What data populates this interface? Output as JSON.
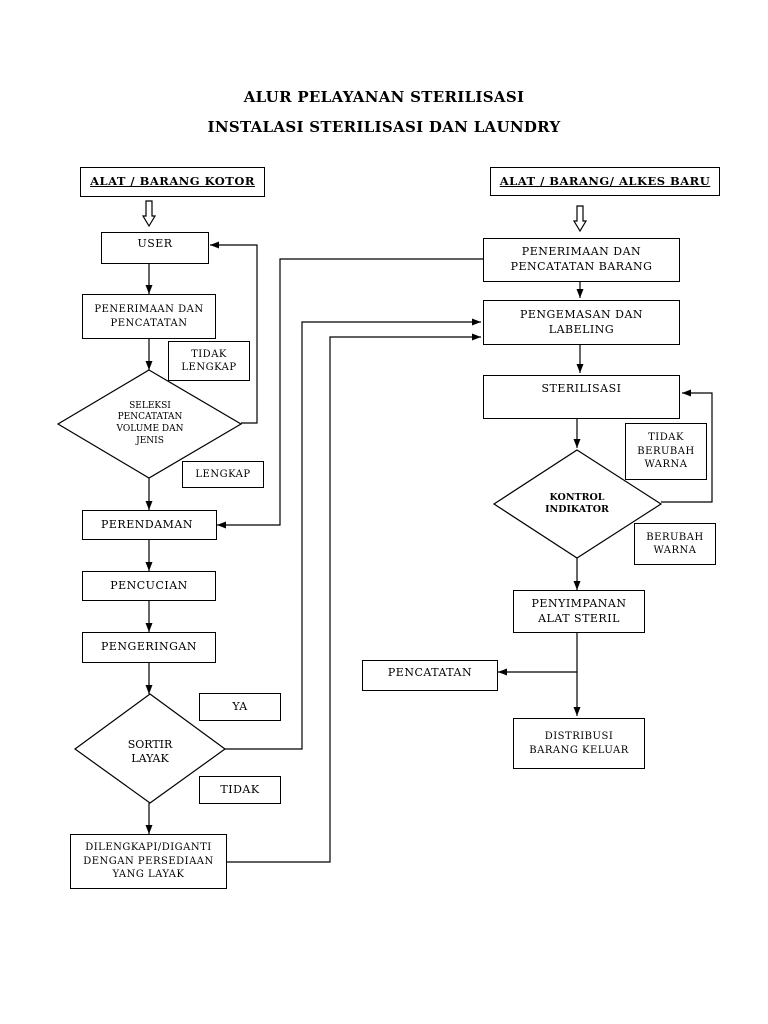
{
  "title": {
    "line1": "ALUR PELAYANAN STERILISASI",
    "line2": "INSTALASI STERILISASI DAN LAUNDRY"
  },
  "left": {
    "header": "ALAT / BARANG KOTOR",
    "user": "USER",
    "penerimaan": "PENERIMAAN DAN\nPENCATATAN",
    "tidak_lengkap": "TIDAK\nLENGKAP",
    "seleksi": "SELEKSI\nPENCATATAN\nVOLUME DAN\nJENIS",
    "lengkap": "LENGKAP",
    "perendaman": "PERENDAMAN",
    "pencucian": "PENCUCIAN",
    "pengeringan": "PENGERINGAN",
    "ya": "YA",
    "sortir": "SORTIR\nLAYAK",
    "tidak": "TIDAK",
    "dilengkapi": "DILENGKAPI/DIGANTI\nDENGAN PERSEDIAAN\nYANG LAYAK"
  },
  "right": {
    "header": "ALAT / BARANG/ ALKES BARU",
    "penerimaan_barang": "PENERIMAAN DAN\nPENCATATAN BARANG",
    "pengemasan": "PENGEMASAN DAN\nLABELING",
    "sterilisasi": "STERILISASI",
    "tidak_berubah": "TIDAK\nBERUBAH\nWARNA",
    "kontrol": "KONTROL\nINDIKATOR",
    "berubah": "BERUBAH\nWARNA",
    "penyimpanan": "PENYIMPANAN\nALAT STERIL",
    "pencatatan": "PENCATATAN",
    "distribusi": "DISTRIBUSI\nBARANG KELUAR"
  }
}
